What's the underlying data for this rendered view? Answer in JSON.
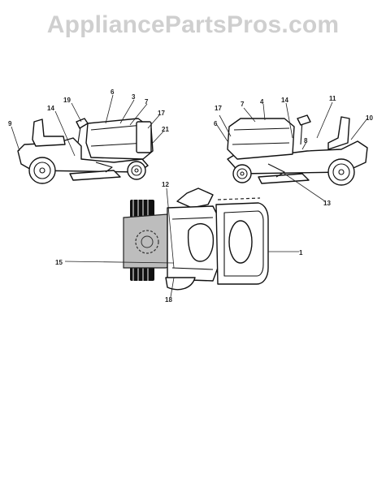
{
  "watermark": "AppliancePartsPros.com",
  "callouts": [
    {
      "id": "left-6",
      "text": "6"
    },
    {
      "id": "left-3",
      "text": "3"
    },
    {
      "id": "left-7",
      "text": "7"
    },
    {
      "id": "left-19",
      "text": "19"
    },
    {
      "id": "left-14",
      "text": "14"
    },
    {
      "id": "left-17",
      "text": "17"
    },
    {
      "id": "left-9",
      "text": "9"
    },
    {
      "id": "left-21",
      "text": "21"
    },
    {
      "id": "right-17",
      "text": "17"
    },
    {
      "id": "right-7",
      "text": "7"
    },
    {
      "id": "right-4",
      "text": "4"
    },
    {
      "id": "right-14",
      "text": "14"
    },
    {
      "id": "right-11",
      "text": "11"
    },
    {
      "id": "right-6",
      "text": "6"
    },
    {
      "id": "right-8",
      "text": "8"
    },
    {
      "id": "right-10",
      "text": "10"
    },
    {
      "id": "right-13",
      "text": "13"
    },
    {
      "id": "top-12",
      "text": "12"
    },
    {
      "id": "top-15",
      "text": "15"
    },
    {
      "id": "top-1",
      "text": "1"
    },
    {
      "id": "top-18",
      "text": "18"
    }
  ]
}
